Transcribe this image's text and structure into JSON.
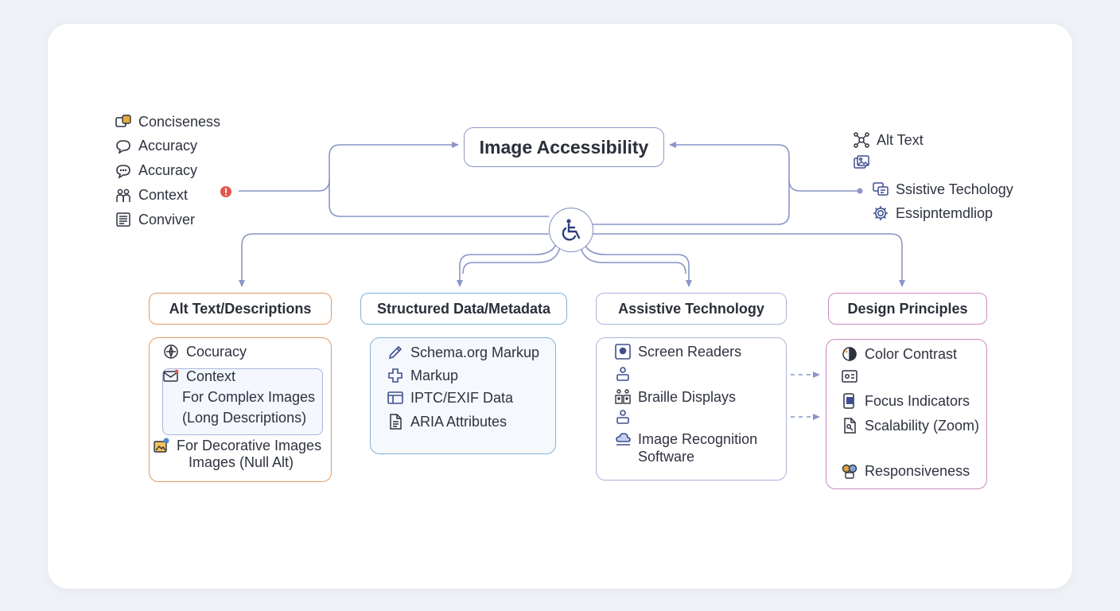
{
  "title": "Image Accessibility",
  "left_list": [
    {
      "label": "Conciseness",
      "icon": "puzzle-icon"
    },
    {
      "label": "Accuracy",
      "icon": "speech-bubble-icon"
    },
    {
      "label": "Accuracy",
      "icon": "chat-dots-icon"
    },
    {
      "label": "Context",
      "icon": "people-icon"
    },
    {
      "label": "Conviver",
      "icon": "document-icon"
    }
  ],
  "right_list": [
    {
      "label": "Alt Text",
      "icon": "network-icon"
    },
    {
      "label": "",
      "icon": "image-stack-icon"
    },
    {
      "label": "Ssistive Techology",
      "icon": "screens-icon"
    },
    {
      "label": "Essipntemdliop",
      "icon": "gear-icon"
    }
  ],
  "categories": [
    {
      "label": "Alt Text/Descriptions",
      "color": "#e39a62"
    },
    {
      "label": "Structured Data/Metadata",
      "color": "#7fb3d6"
    },
    {
      "label": "Assistive Technology",
      "color": "#a9b4dc"
    },
    {
      "label": "Design Principles",
      "color": "#c98ac0"
    }
  ],
  "alt_text_panel": {
    "item1": "Cocuracy",
    "item2": "Context",
    "sub_line1": "For Complex Images",
    "sub_line2": "(Long Descriptions)",
    "item3_line1": "For Decorative Images",
    "item3_line2": "Images (Null Alt)"
  },
  "metadata_panel": [
    "Schema.org Markup",
    "Markup",
    "IPTC/EXIF Data",
    "ARIA Attributes"
  ],
  "assistive_panel": {
    "item1": "Screen Readers",
    "item2": "Braille Displays",
    "item3_line1": "Image Recognition",
    "item3_line2": "Software"
  },
  "design_panel": {
    "item1": "Color Contrast",
    "item2": "Focus Indicators",
    "item3": "Scalability (Zoom)",
    "item4": "Responsiveness"
  },
  "colors": {
    "wire": "#8a95c6",
    "accent_red": "#e0584a",
    "icon_blue": "#3d4f8f",
    "icon_orange": "#e2a13c"
  }
}
